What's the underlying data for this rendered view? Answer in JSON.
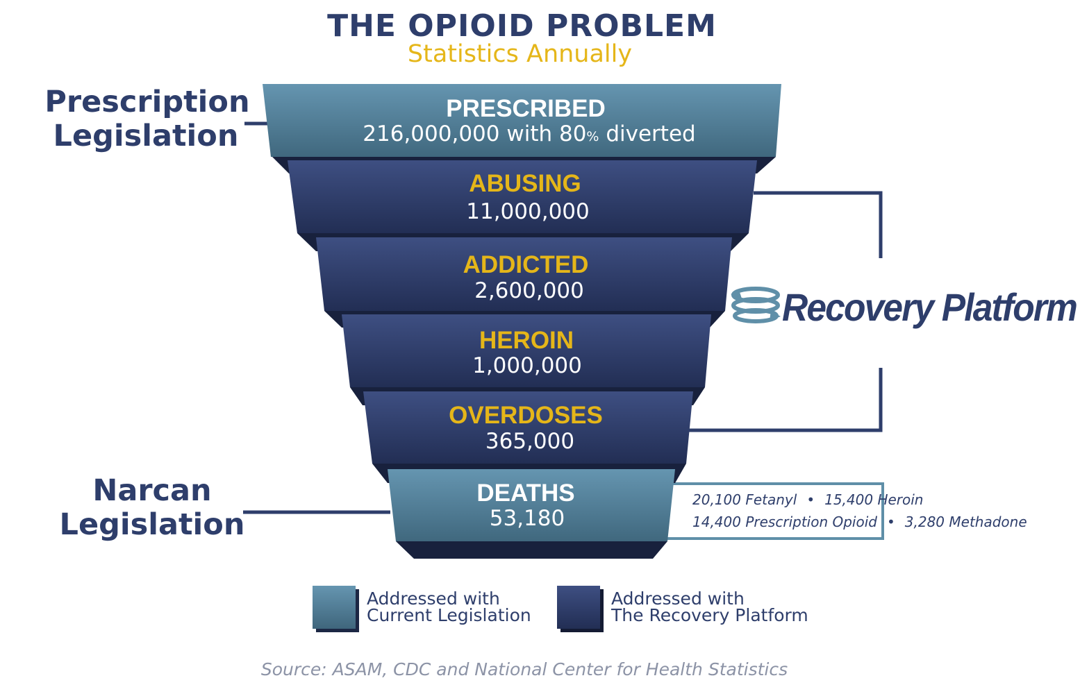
{
  "title": "THE OPIOID PROBLEM",
  "subtitle": "Statistics Annually",
  "colors": {
    "navy": "#2e3e6b",
    "gold": "#e5b619",
    "steel_blue": "#5f8fa8",
    "steel_blue_dark": "#3f6a80",
    "navy_tier_top": "#3d4e80",
    "navy_tier_bottom": "#212d52",
    "white": "#ffffff",
    "source_gray": "#8c93a6"
  },
  "side_labels": {
    "prescription": [
      "Prescription",
      "Legislation"
    ],
    "narcan": [
      "Narcan",
      "Legislation"
    ]
  },
  "funnel": [
    {
      "label": "PRESCRIBED",
      "value": "216,000,000 with 80% diverted",
      "value_main": "216,000,000 with 80",
      "value_pct": "%",
      "value_tail": " diverted",
      "addressed_by": "legislation"
    },
    {
      "label": "ABUSING",
      "value": "11,000,000",
      "addressed_by": "recovery"
    },
    {
      "label": "ADDICTED",
      "value": "2,600,000",
      "addressed_by": "recovery"
    },
    {
      "label": "HEROIN",
      "value": "1,000,000",
      "addressed_by": "recovery"
    },
    {
      "label": "OVERDOSES",
      "value": "365,000",
      "addressed_by": "recovery"
    },
    {
      "label": "DEATHS",
      "value": "53,180",
      "addressed_by": "legislation"
    }
  ],
  "logo": {
    "text": "Recovery Platform",
    "icon": "recovery-swirl-icon"
  },
  "deaths_breakdown": {
    "line1": [
      "20,100 Fetanyl",
      "15,400 Heroin"
    ],
    "line2": [
      "14,400 Prescription Opioid",
      "3,280 Methadone"
    ],
    "separator": "•"
  },
  "legend": [
    {
      "lines": [
        "Addressed with",
        "Current Legislation"
      ],
      "color_key": "steel_blue"
    },
    {
      "lines": [
        "Addressed with",
        "The Recovery Platform"
      ],
      "color_key": "navy"
    }
  ],
  "source": "Source: ASAM, CDC and National Center for Health Statistics"
}
